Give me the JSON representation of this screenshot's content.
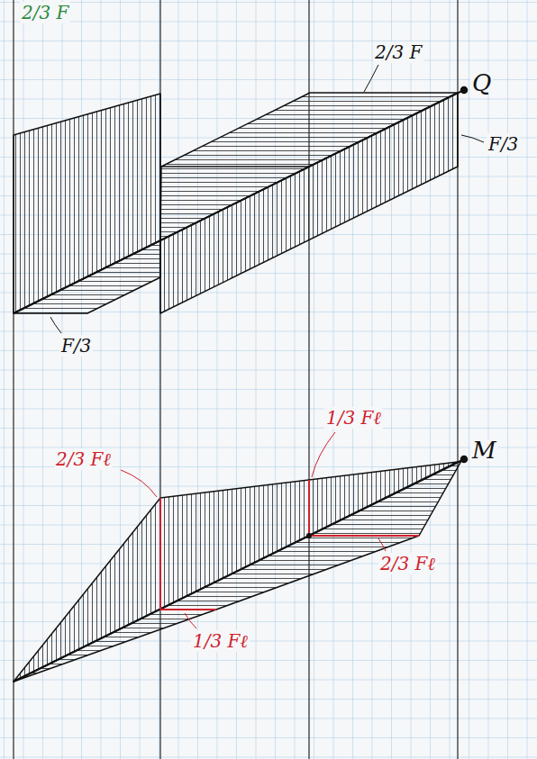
{
  "diagram": {
    "labels": [
      "2/3 F",
      "2/3 F",
      "Q",
      "F/3",
      "F/3",
      "M",
      "2/3 Fℓ",
      "1/3 Fℓ",
      "2/3 Fℓ",
      "1/3 Fℓ"
    ]
  }
}
